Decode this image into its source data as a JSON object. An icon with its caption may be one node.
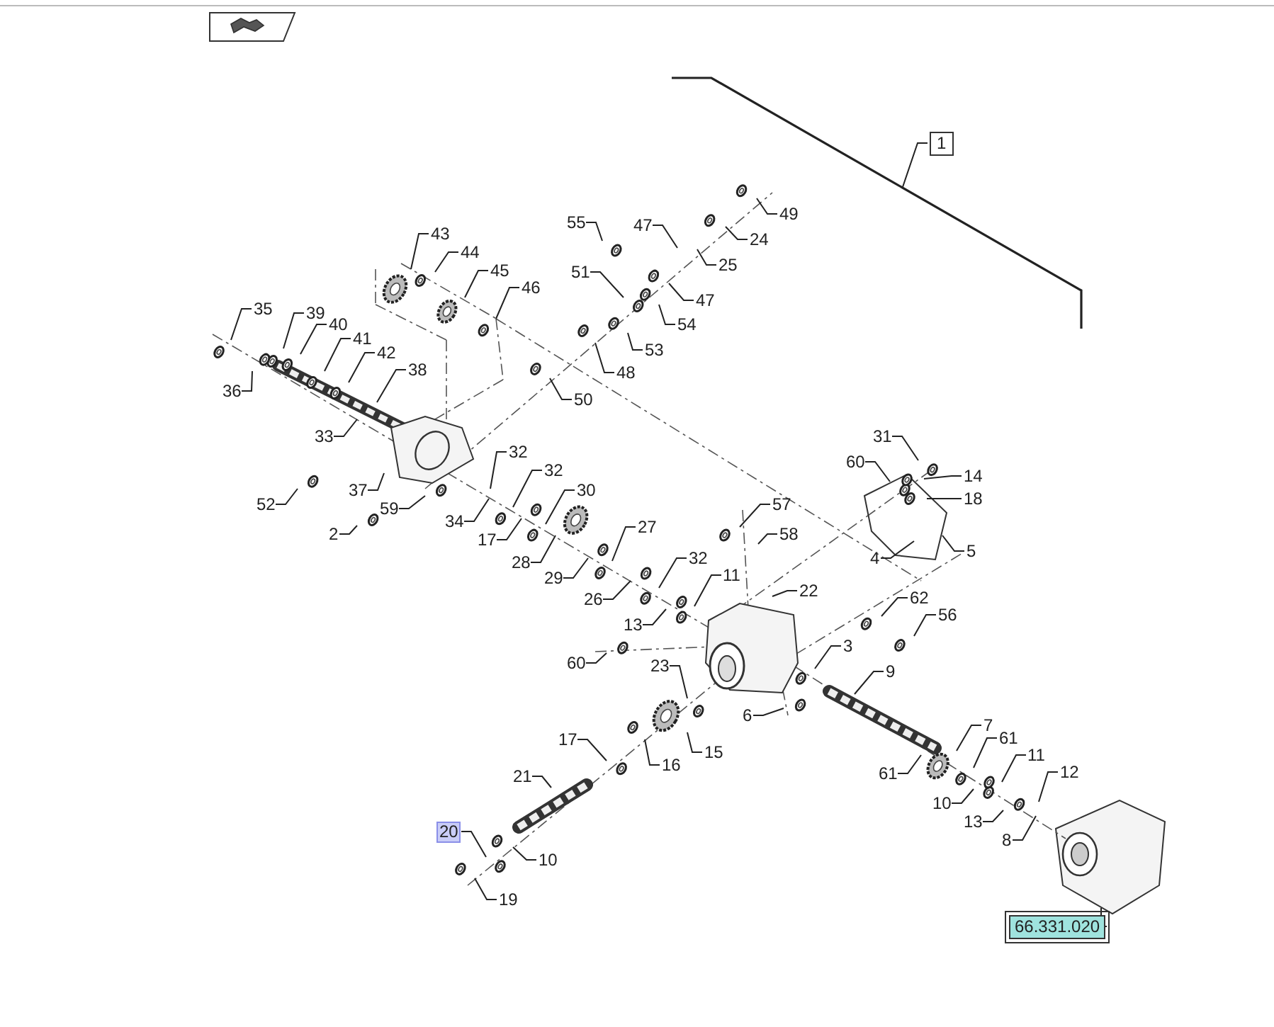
{
  "diagram": {
    "nodes": [
      {
        "text": [
          "1"
        ]
      },
      {
        "text": [
          "43"
        ]
      },
      {
        "text": [
          "44"
        ]
      },
      {
        "text": [
          "45"
        ]
      },
      {
        "text": [
          "46"
        ]
      },
      {
        "text": [
          "55"
        ]
      },
      {
        "text": [
          "47"
        ]
      },
      {
        "text": [
          "51"
        ]
      },
      {
        "text": [
          "49"
        ]
      },
      {
        "text": [
          "24"
        ]
      },
      {
        "text": [
          "25"
        ]
      },
      {
        "text": [
          "47"
        ]
      },
      {
        "text": [
          "54"
        ]
      },
      {
        "text": [
          "53"
        ]
      },
      {
        "text": [
          "48"
        ]
      },
      {
        "text": [
          "50"
        ]
      },
      {
        "text": [
          "35"
        ]
      },
      {
        "text": [
          "39"
        ]
      },
      {
        "text": [
          "40"
        ]
      },
      {
        "text": [
          "41"
        ]
      },
      {
        "text": [
          "42"
        ]
      },
      {
        "text": [
          "38"
        ]
      },
      {
        "text": [
          "36"
        ]
      },
      {
        "text": [
          "33"
        ]
      },
      {
        "text": [
          "31"
        ]
      },
      {
        "text": [
          "32"
        ]
      },
      {
        "text": [
          "60"
        ]
      },
      {
        "text": [
          "32"
        ]
      },
      {
        "text": [
          "14"
        ]
      },
      {
        "text": [
          "30"
        ]
      },
      {
        "text": [
          "37"
        ]
      },
      {
        "text": [
          "18"
        ]
      },
      {
        "text": [
          "52"
        ]
      },
      {
        "text": [
          "57"
        ]
      },
      {
        "text": [
          "59"
        ]
      },
      {
        "text": [
          "34"
        ]
      },
      {
        "text": [
          "2"
        ]
      },
      {
        "text": [
          "58"
        ]
      },
      {
        "text": [
          "17"
        ]
      },
      {
        "text": [
          "5"
        ]
      },
      {
        "text": [
          "4"
        ]
      },
      {
        "text": [
          "28"
        ]
      },
      {
        "text": [
          "27"
        ]
      },
      {
        "text": [
          "29"
        ]
      },
      {
        "text": [
          "32"
        ]
      },
      {
        "text": [
          "11"
        ]
      },
      {
        "text": [
          "22"
        ]
      },
      {
        "text": [
          "26"
        ]
      },
      {
        "text": [
          "62"
        ]
      },
      {
        "text": [
          "56"
        ]
      },
      {
        "text": [
          "13"
        ]
      },
      {
        "text": [
          "3"
        ]
      },
      {
        "text": [
          "60"
        ]
      },
      {
        "text": [
          "23"
        ]
      },
      {
        "text": [
          "9"
        ]
      },
      {
        "text": [
          "6"
        ]
      },
      {
        "text": [
          "7"
        ]
      },
      {
        "text": [
          "61"
        ]
      },
      {
        "text": [
          "15"
        ]
      },
      {
        "text": [
          "16"
        ]
      },
      {
        "text": [
          "17"
        ]
      },
      {
        "text": [
          "11"
        ]
      },
      {
        "text": [
          "61"
        ]
      },
      {
        "text": [
          "12"
        ]
      },
      {
        "text": [
          "21"
        ]
      },
      {
        "text": [
          "10"
        ]
      },
      {
        "text": [
          "13"
        ]
      },
      {
        "text": [
          "20"
        ]
      },
      {
        "text": [
          "8"
        ]
      },
      {
        "text": [
          "10"
        ]
      },
      {
        "text": [
          "19"
        ]
      },
      {
        "text": [
          "66.331.020"
        ]
      },
      {
        "text": [],
        "shape": "picture"
      }
    ],
    "edges": [
      {
        "from": 0,
        "to": null,
        "arrow": "none"
      },
      {
        "from": 1,
        "to": null,
        "arrow": "none"
      },
      {
        "from": 2,
        "to": null,
        "arrow": "none"
      },
      {
        "from": 3,
        "to": null,
        "arrow": "none"
      },
      {
        "from": 4,
        "to": null,
        "arrow": "none"
      },
      {
        "from": 5,
        "to": null,
        "arrow": "none"
      },
      {
        "from": 6,
        "to": null,
        "arrow": "none"
      },
      {
        "from": 7,
        "to": null,
        "arrow": "none"
      },
      {
        "from": 8,
        "to": null,
        "arrow": "none"
      },
      {
        "from": 9,
        "to": null,
        "arrow": "none"
      },
      {
        "from": 10,
        "to": null,
        "arrow": "none"
      },
      {
        "from": 11,
        "to": null,
        "arrow": "none"
      },
      {
        "from": 12,
        "to": null,
        "arrow": "none"
      },
      {
        "from": 13,
        "to": null,
        "arrow": "none"
      },
      {
        "from": 14,
        "to": null,
        "arrow": "none"
      },
      {
        "from": 15,
        "to": null,
        "arrow": "none"
      },
      {
        "from": 16,
        "to": null,
        "arrow": "none"
      },
      {
        "from": 17,
        "to": null,
        "arrow": "none"
      },
      {
        "from": 18,
        "to": null,
        "arrow": "none"
      },
      {
        "from": 19,
        "to": null,
        "arrow": "none"
      },
      {
        "from": 20,
        "to": null,
        "arrow": "none"
      },
      {
        "from": 21,
        "to": null,
        "arrow": "none"
      },
      {
        "from": 22,
        "to": null,
        "arrow": "none"
      },
      {
        "from": 23,
        "to": null,
        "arrow": "none"
      },
      {
        "from": 24,
        "to": null,
        "arrow": "none"
      },
      {
        "from": 25,
        "to": null,
        "arrow": "none"
      },
      {
        "from": 26,
        "to": null,
        "arrow": "none"
      },
      {
        "from": 27,
        "to": null,
        "arrow": "none"
      },
      {
        "from": 28,
        "to": null,
        "arrow": "none"
      },
      {
        "from": 29,
        "to": null,
        "arrow": "none"
      },
      {
        "from": 30,
        "to": null,
        "arrow": "none"
      },
      {
        "from": 31,
        "to": null,
        "arrow": "none"
      },
      {
        "from": 32,
        "to": null,
        "arrow": "none"
      },
      {
        "from": 33,
        "to": null,
        "arrow": "none"
      },
      {
        "from": 34,
        "to": null,
        "arrow": "none"
      },
      {
        "from": 35,
        "to": null,
        "arrow": "none"
      },
      {
        "from": 36,
        "to": null,
        "arrow": "none"
      },
      {
        "from": 37,
        "to": null,
        "arrow": "none"
      },
      {
        "from": 38,
        "to": null,
        "arrow": "none"
      },
      {
        "from": 39,
        "to": null,
        "arrow": "none"
      },
      {
        "from": 40,
        "to": null,
        "arrow": "none"
      },
      {
        "from": 41,
        "to": null,
        "arrow": "none"
      },
      {
        "from": 42,
        "to": null,
        "arrow": "none"
      },
      {
        "from": 43,
        "to": null,
        "arrow": "none"
      },
      {
        "from": 44,
        "to": null,
        "arrow": "none"
      },
      {
        "from": 45,
        "to": null,
        "arrow": "none"
      },
      {
        "from": 46,
        "to": null,
        "arrow": "none"
      },
      {
        "from": 47,
        "to": null,
        "arrow": "none"
      },
      {
        "from": 48,
        "to": null,
        "arrow": "none"
      },
      {
        "from": 49,
        "to": null,
        "arrow": "none"
      },
      {
        "from": 50,
        "to": null,
        "arrow": "none"
      },
      {
        "from": 51,
        "to": null,
        "arrow": "none"
      },
      {
        "from": 52,
        "to": null,
        "arrow": "none"
      },
      {
        "from": 53,
        "to": null,
        "arrow": "none"
      },
      {
        "from": 54,
        "to": null,
        "arrow": "none"
      },
      {
        "from": 55,
        "to": null,
        "arrow": "none"
      },
      {
        "from": 56,
        "to": null,
        "arrow": "none"
      },
      {
        "from": 57,
        "to": null,
        "arrow": "none"
      },
      {
        "from": 58,
        "to": null,
        "arrow": "none"
      },
      {
        "from": 59,
        "to": null,
        "arrow": "none"
      },
      {
        "from": 60,
        "to": null,
        "arrow": "none"
      },
      {
        "from": 61,
        "to": null,
        "arrow": "none"
      },
      {
        "from": 62,
        "to": null,
        "arrow": "none"
      },
      {
        "from": 63,
        "to": null,
        "arrow": "none"
      },
      {
        "from": 64,
        "to": null,
        "arrow": "none"
      },
      {
        "from": 65,
        "to": null,
        "arrow": "none"
      },
      {
        "from": 66,
        "to": null,
        "arrow": "none"
      },
      {
        "from": 67,
        "to": null,
        "arrow": "none"
      },
      {
        "from": 68,
        "to": null,
        "arrow": "none"
      },
      {
        "from": 69,
        "to": null,
        "arrow": "none"
      },
      {
        "from": 70,
        "to": null,
        "arrow": "none"
      },
      {
        "from": 71,
        "to": 72,
        "arrow": "none"
      }
    ]
  }
}
